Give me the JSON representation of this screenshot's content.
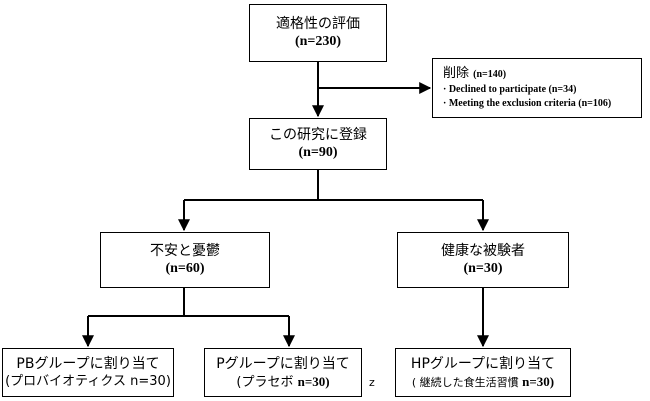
{
  "assessment": {
    "label": "適格性の評価",
    "n": "(n=230)"
  },
  "excluded": {
    "label": "削除",
    "n": "(n=140)",
    "reasons": [
      "· Declined to participate (n=34)",
      "· Meeting the exclusion criteria (n=106)"
    ]
  },
  "enrolled": {
    "label": "この研究に登録",
    "n": "(n=90)"
  },
  "anxiety_depression": {
    "label": "不安と憂鬱",
    "n": "(n=60)"
  },
  "healthy": {
    "label": "健康な被験者",
    "n": "(n=30)"
  },
  "pb_group": {
    "label": "PBグループに割り当て",
    "detail": "(プロバイオティクス  n=30)"
  },
  "p_group": {
    "label": "Pグループに割り当て",
    "detail_text": "(プラセボ ",
    "detail_n": "n=30)"
  },
  "hp_group": {
    "label": "HPグループに割り当て",
    "detail_text": "( 継続した食生活習慣  ",
    "detail_n": "n=30)"
  },
  "stray_mark": "z",
  "colors": {
    "line": "#000000",
    "box_border": "#000000",
    "background": "#ffffff"
  }
}
